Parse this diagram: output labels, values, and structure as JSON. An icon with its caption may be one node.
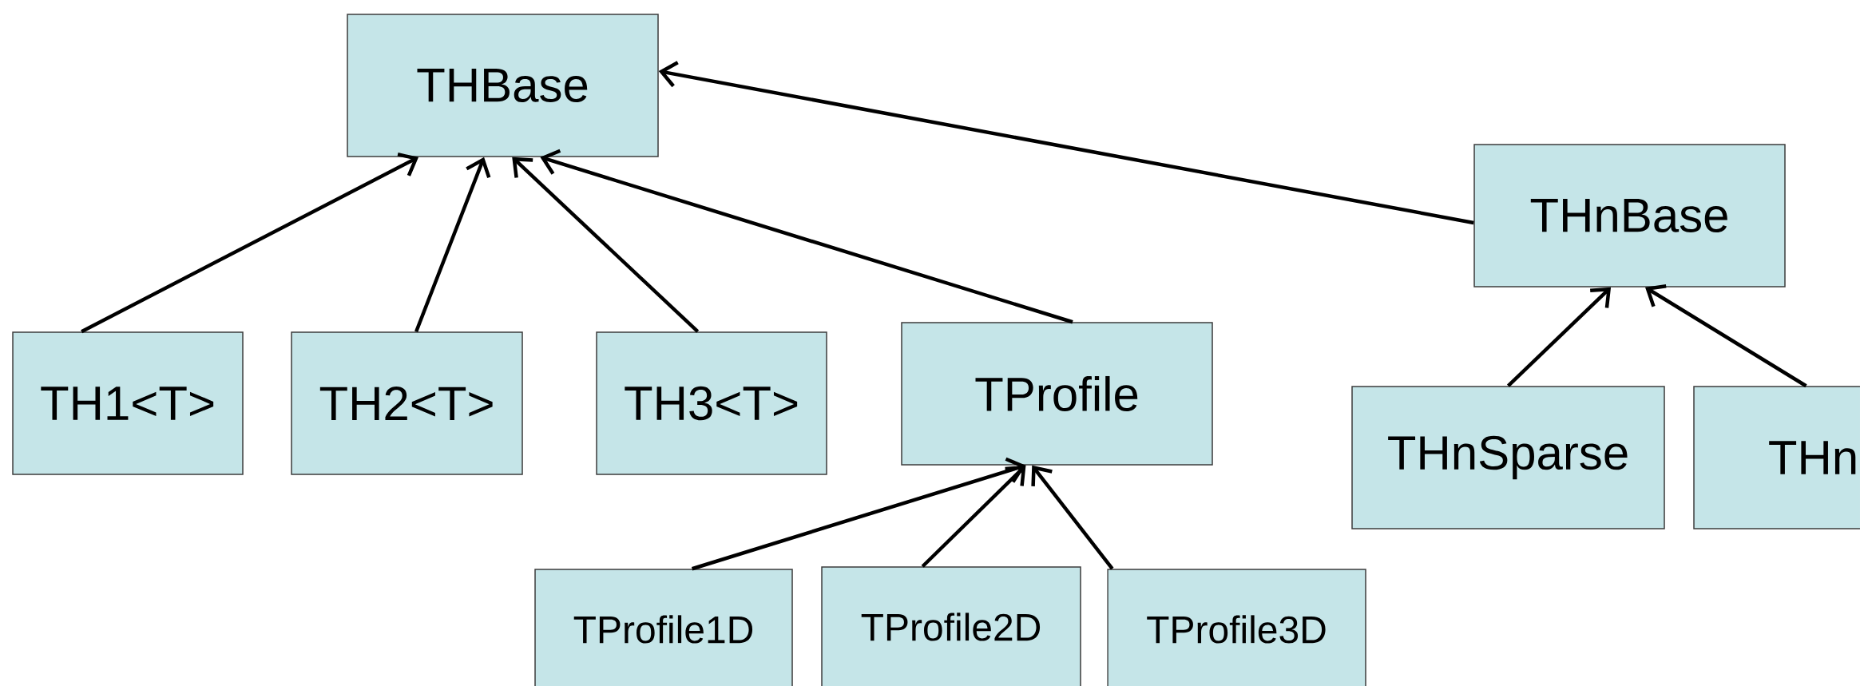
{
  "diagram": {
    "nodes": [
      {
        "text": [
          "THBase"
        ]
      },
      {
        "text": [
          "TH1<T>"
        ]
      },
      {
        "text": [
          "TH2<T>"
        ]
      },
      {
        "text": [
          "TH3<T>"
        ]
      },
      {
        "text": [
          "TProfile"
        ]
      },
      {
        "text": [
          "TProfile1D"
        ]
      },
      {
        "text": [
          "TProfile2D"
        ]
      },
      {
        "text": [
          "TProfile3D"
        ]
      },
      {
        "text": [
          "THnBase"
        ]
      },
      {
        "text": [
          "THnSparse"
        ]
      },
      {
        "text": [
          "THn"
        ]
      }
    ],
    "edges": [
      {
        "from": 1,
        "to": 0,
        "arrow": "to"
      },
      {
        "from": 2,
        "to": 0,
        "arrow": "to"
      },
      {
        "from": 3,
        "to": 0,
        "arrow": "to"
      },
      {
        "from": 4,
        "to": 0,
        "arrow": "to"
      },
      {
        "from": 5,
        "to": 4,
        "arrow": "to"
      },
      {
        "from": 6,
        "to": 4,
        "arrow": "to"
      },
      {
        "from": 7,
        "to": 4,
        "arrow": "to"
      },
      {
        "from": 8,
        "to": 0,
        "arrow": "to"
      },
      {
        "from": 9,
        "to": 8,
        "arrow": "to"
      },
      {
        "from": 10,
        "to": 8,
        "arrow": "to"
      }
    ]
  }
}
